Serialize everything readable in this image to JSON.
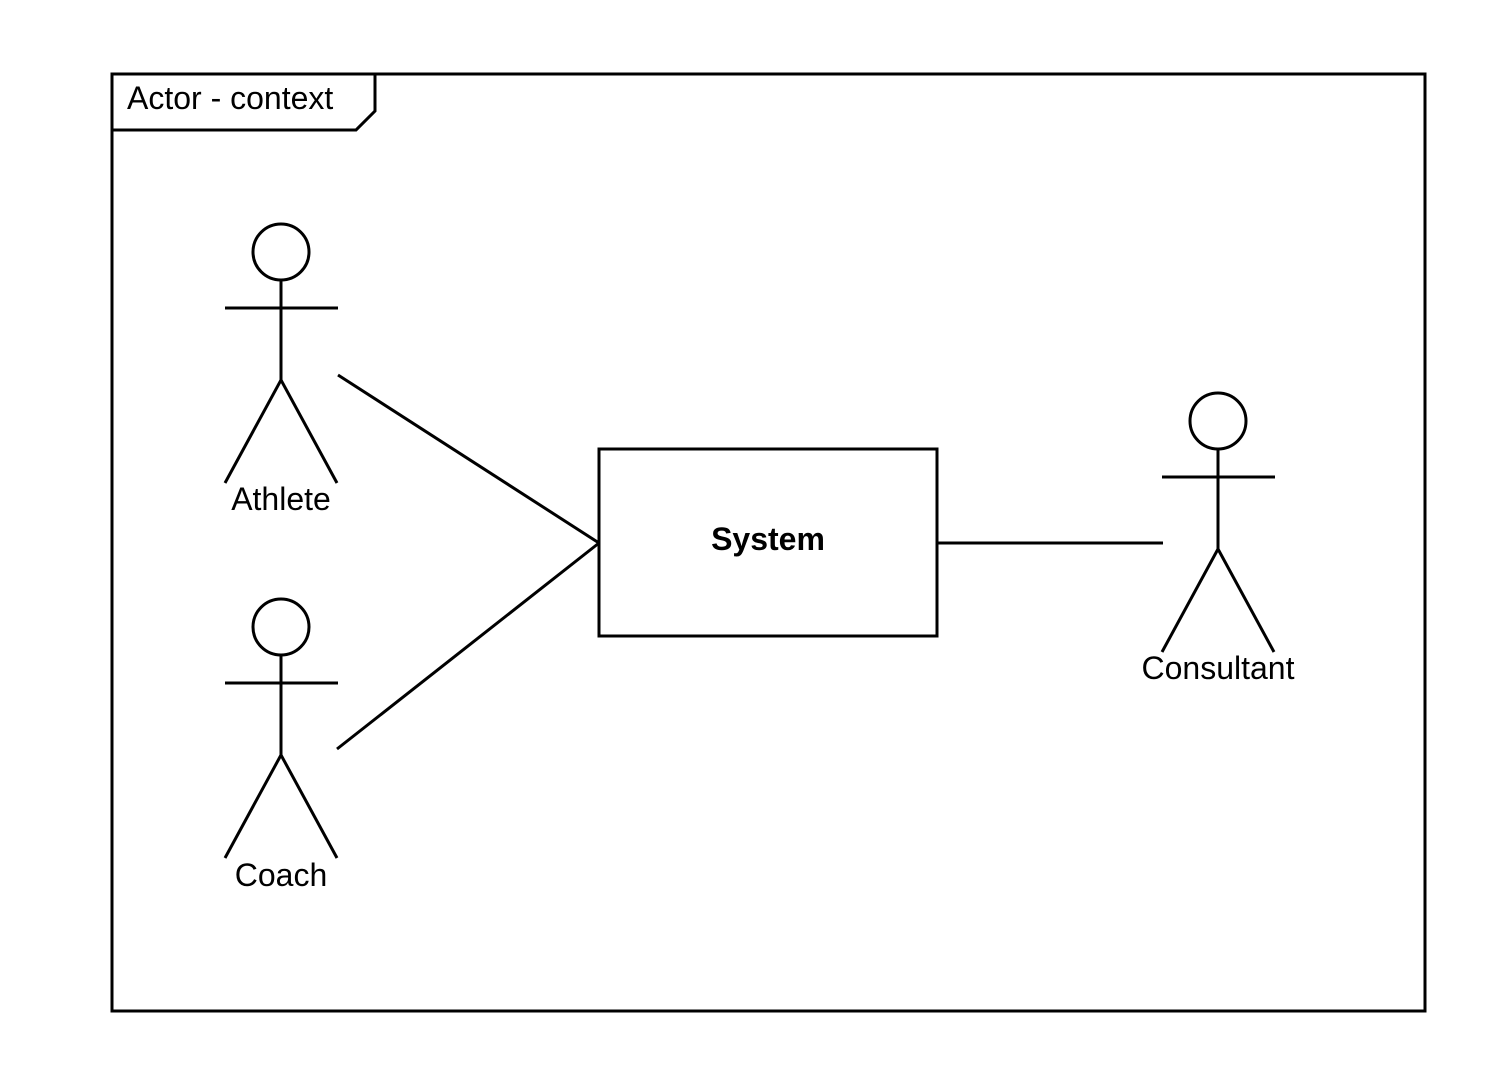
{
  "frame": {
    "title": "Actor - context"
  },
  "system": {
    "label": "System"
  },
  "actors": [
    {
      "name": "Athlete"
    },
    {
      "name": "Coach"
    },
    {
      "name": "Consultant"
    }
  ],
  "colors": {
    "stroke": "#000000",
    "background": "#ffffff"
  }
}
